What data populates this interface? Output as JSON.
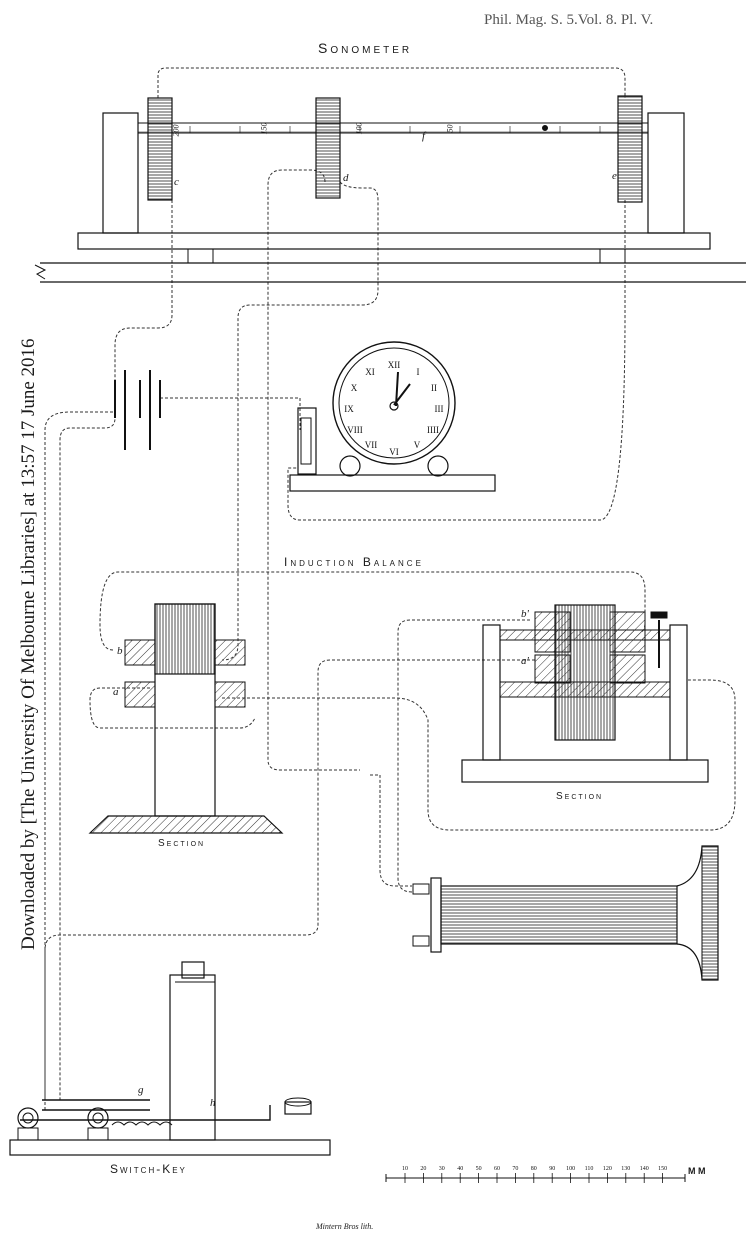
{
  "header": "Phil. Mag. S. 5.Vol. 8. Pl. V.",
  "titles": {
    "sonometer": "Sonometer",
    "induction_balance": "Induction Balance",
    "section_left": "Section",
    "section_right": "Section",
    "switch_key": "Switch-Key"
  },
  "sonometer_scale": [
    "200",
    "150",
    "100",
    "50"
  ],
  "sonometer_letters": {
    "c": "c",
    "d": "d",
    "e": "e",
    "f": "f"
  },
  "coil_letters": {
    "a": "a",
    "b": "b",
    "a_prime": "a'",
    "b_prime": "b'"
  },
  "switch_letters": {
    "g": "g",
    "h": "h"
  },
  "clock_numerals": [
    "XII",
    "I",
    "II",
    "III",
    "IIII",
    "V",
    "VI",
    "VII",
    "VIII",
    "IX",
    "X",
    "XI"
  ],
  "scale_bar": {
    "ticks": [
      "10",
      "20",
      "30",
      "40",
      "50",
      "60",
      "70",
      "80",
      "90",
      "100",
      "110",
      "120",
      "130",
      "140",
      "150"
    ],
    "unit": "M M"
  },
  "watermark": "Downloaded by [The University Of Melbourne Libraries] at 13:57 17 June 2016",
  "printer": "Mintern Bros lith."
}
